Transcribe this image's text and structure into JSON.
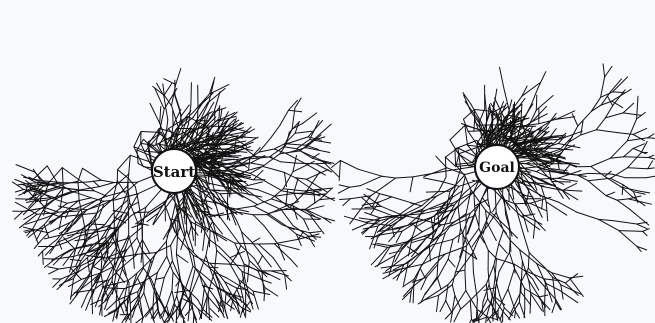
{
  "diagram": {
    "background": "#f8f9fd",
    "line_color": "#111111",
    "trees": [
      {
        "id": "start-tree",
        "label": "Start",
        "seed": 17
      },
      {
        "id": "goal-tree",
        "label": "Goal",
        "seed": 91
      }
    ]
  }
}
